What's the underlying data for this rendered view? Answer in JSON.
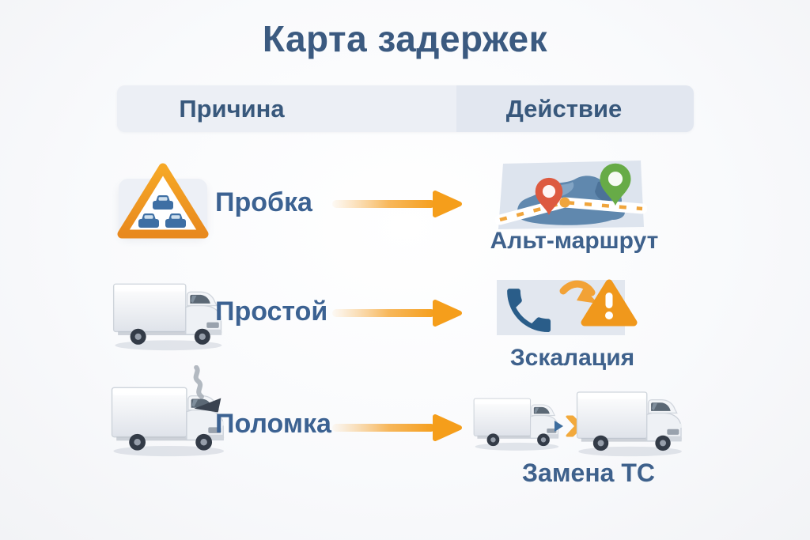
{
  "title": "Карта задержек",
  "table": {
    "headers": [
      {
        "id": "cause",
        "label": "Причина"
      },
      {
        "id": "action",
        "label": "Действие"
      }
    ],
    "rows": [
      {
        "cause_label": "Пробка",
        "cause_icon": "traffic-jam-warning-sign-icon",
        "arrow_icon": "orange-flow-arrow-icon",
        "action_icon": "map-alt-route-pins-icon",
        "action_label": "Альт-маршрут"
      },
      {
        "cause_label": "Простой",
        "cause_icon": "idle-box-truck-icon",
        "arrow_icon": "orange-flow-arrow-icon",
        "action_icon": "phone-escalation-warning-icon",
        "action_label": "Зскалация"
      },
      {
        "cause_label": "Поломка",
        "cause_icon": "broken-truck-smoke-icon",
        "arrow_icon": "orange-flow-arrow-icon",
        "action_icon": "truck-replacement-icon",
        "action_label": "Замена ТС"
      }
    ]
  },
  "colors": {
    "page_bg": "#f8f9fb",
    "title_text": "#3b5a80",
    "header_bar_bg": "#e2e7f0",
    "header_text": "#38587c",
    "label_text": "#3c6292",
    "arrow_orange": "#f59e1b",
    "sign_border_orange": "#f0931f",
    "car_blue": "#3e6fa4",
    "phone_blue": "#2a5d89",
    "warning_triangle_orange": "#f0981c",
    "pin_red": "#dd5a40",
    "pin_green": "#67ab47",
    "map_land_blue": "#6088ae"
  }
}
